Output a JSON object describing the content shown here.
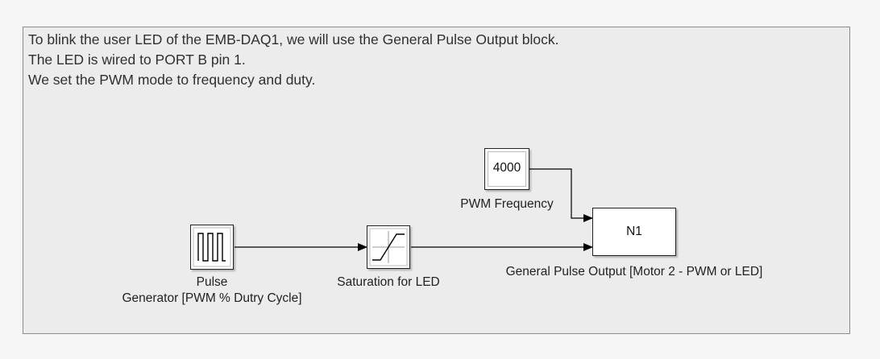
{
  "annotation": {
    "lines": [
      "To blink the user LED of the EMB-DAQ1, we will use the General Pulse Output block.",
      "The LED is wired to PORT B pin 1.",
      "We set the PWM mode to frequency and duty."
    ]
  },
  "blocks": {
    "pulse_generator": {
      "label_line1": "Pulse",
      "label_line2": "Generator [PWM % Dutry Cycle]",
      "icon": "pulse-wave-icon"
    },
    "saturation": {
      "label": "Saturation for LED",
      "icon": "saturation-curve-icon"
    },
    "pwm_frequency": {
      "value": "4000",
      "label": "PWM Frequency"
    },
    "general_pulse_output": {
      "text": "N1",
      "label": "General Pulse Output [Motor 2 - PWM or LED]"
    }
  },
  "colors": {
    "canvas": "#f5f5f5",
    "area": "#ececec",
    "wire": "#000000"
  }
}
